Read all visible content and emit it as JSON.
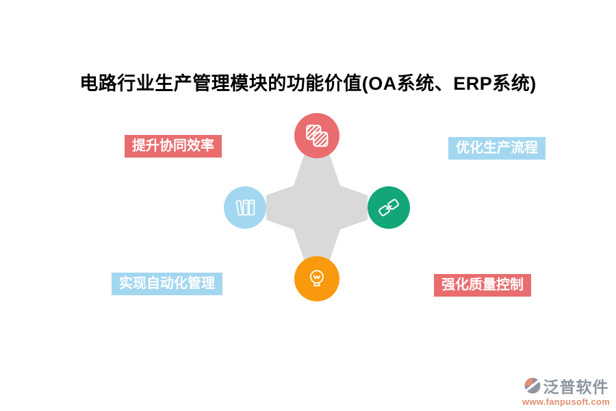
{
  "title": "电路行业生产管理模块的功能价值(OA系统、ERP系统)",
  "diagram": {
    "center_shape": "four-point-cross",
    "center_color": "#d9d9d9",
    "nodes": {
      "top": {
        "icon": "hatched-cards-icon",
        "color": "#e96d6e"
      },
      "left": {
        "icon": "books-icon",
        "color": "#a3d7f0"
      },
      "right": {
        "icon": "chain-link-icon",
        "color": "#13a678"
      },
      "bottom": {
        "icon": "lightbulb-icon",
        "color": "#f99a0e"
      }
    },
    "labels": {
      "top_left": {
        "text": "提升协同效率",
        "bg": "#e96d6e",
        "fg": "#ffffff"
      },
      "top_right": {
        "text": "优化生产流程",
        "bg": "#a3d7f0",
        "fg": "#ffffff"
      },
      "bottom_left": {
        "text": "实现自动化管理",
        "bg": "#a3d7f0",
        "fg": "#ffffff"
      },
      "bottom_right": {
        "text": "强化质量控制",
        "bg": "#e96d6e",
        "fg": "#ffffff"
      }
    }
  },
  "watermark": {
    "brand": "泛普软件",
    "url": "www.fanpusoft.com",
    "brand_color": "#8d95a0",
    "url_color": "#e08f70"
  }
}
